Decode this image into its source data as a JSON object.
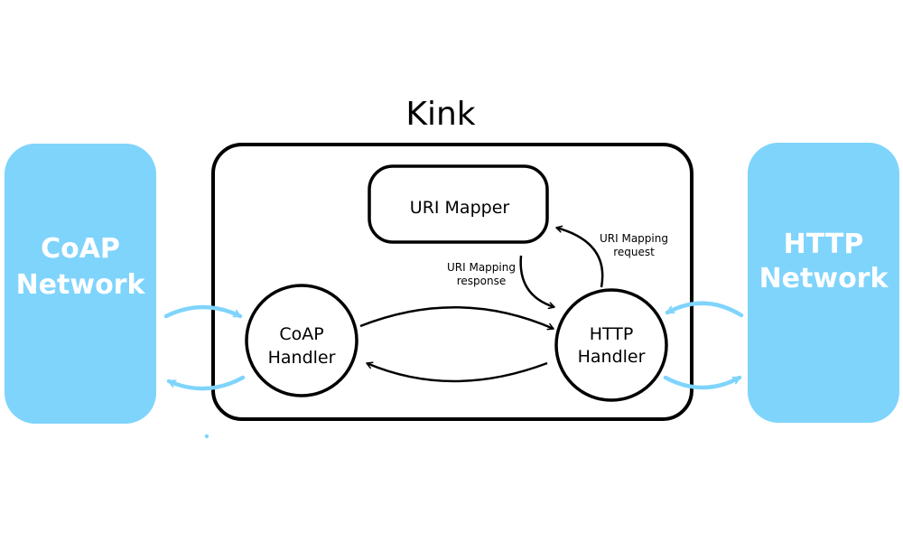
{
  "title": "Kink",
  "colors": {
    "network_fill": "#7fd4fc",
    "stroke": "#000000",
    "background": "#ffffff"
  },
  "coap_network": {
    "line1": "CoAP",
    "line2": "Network"
  },
  "http_network": {
    "line1": "HTTP",
    "line2": "Network"
  },
  "uri_mapper": {
    "label": "URI Mapper"
  },
  "coap_handler": {
    "line1": "CoAP",
    "line2": "Handler"
  },
  "http_handler": {
    "line1": "HTTP",
    "line2": "Handler"
  },
  "mapping_request": {
    "line1": "URI Mapping",
    "line2": "request"
  },
  "mapping_response": {
    "line1": "URI Mapping",
    "line2": "response"
  }
}
